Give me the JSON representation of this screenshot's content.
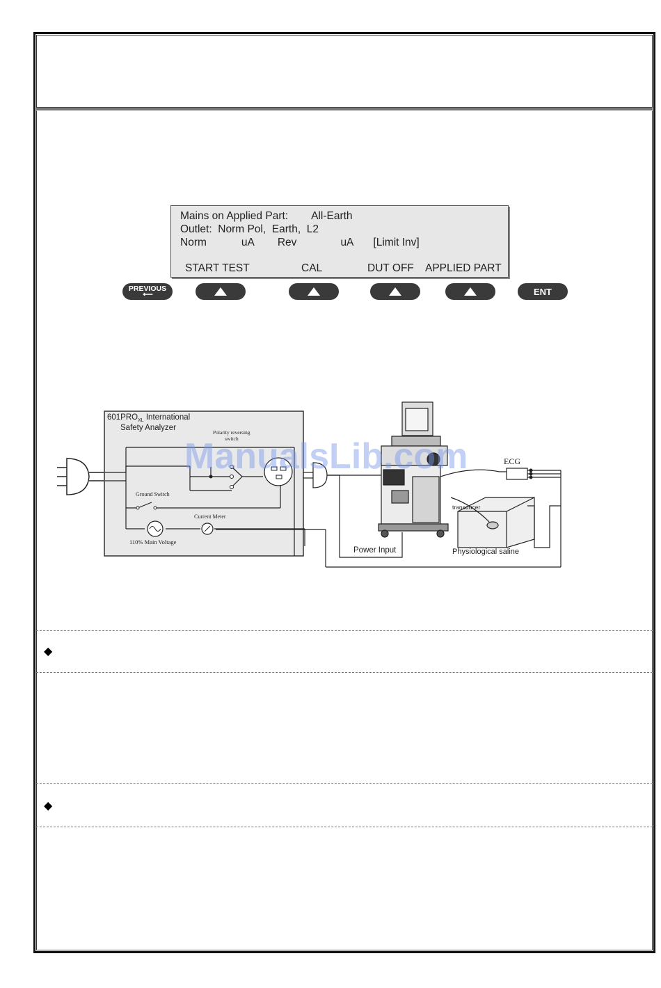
{
  "lcd": {
    "line1_label": "Mains on Applied Part:",
    "line1_value": "All-Earth",
    "line2": "Outlet:  Norm Pol,  Earth,  L2",
    "line3_norm": "Norm",
    "line3_unit1": "uA",
    "line3_rev": "Rev",
    "line3_unit2": "uA",
    "line3_limit": "[Limit Inv]",
    "softkeys": [
      "START TEST",
      "CAL",
      "DUT OFF",
      "APPLIED PART"
    ]
  },
  "keys": {
    "previous": "PREVIOUS",
    "ent": "ENT"
  },
  "diagram": {
    "analyzer_title": "601PRO",
    "analyzer_sub": "XL",
    "analyzer_title2": " International",
    "analyzer_title3": "Safety Analyzer",
    "polarity_label1": "Polarity reversing",
    "polarity_label2": "switch",
    "ground_switch": "Ground Switch",
    "current_meter": "Current Meter",
    "main_voltage": "110%  Main Voltage",
    "ecg": "ECG",
    "transducer": "transducer",
    "power_input": "Power Input",
    "physiological_saline": "Physiological saline"
  },
  "watermark": "ManualsLib.com",
  "bullets": [
    "◆",
    "◆"
  ]
}
